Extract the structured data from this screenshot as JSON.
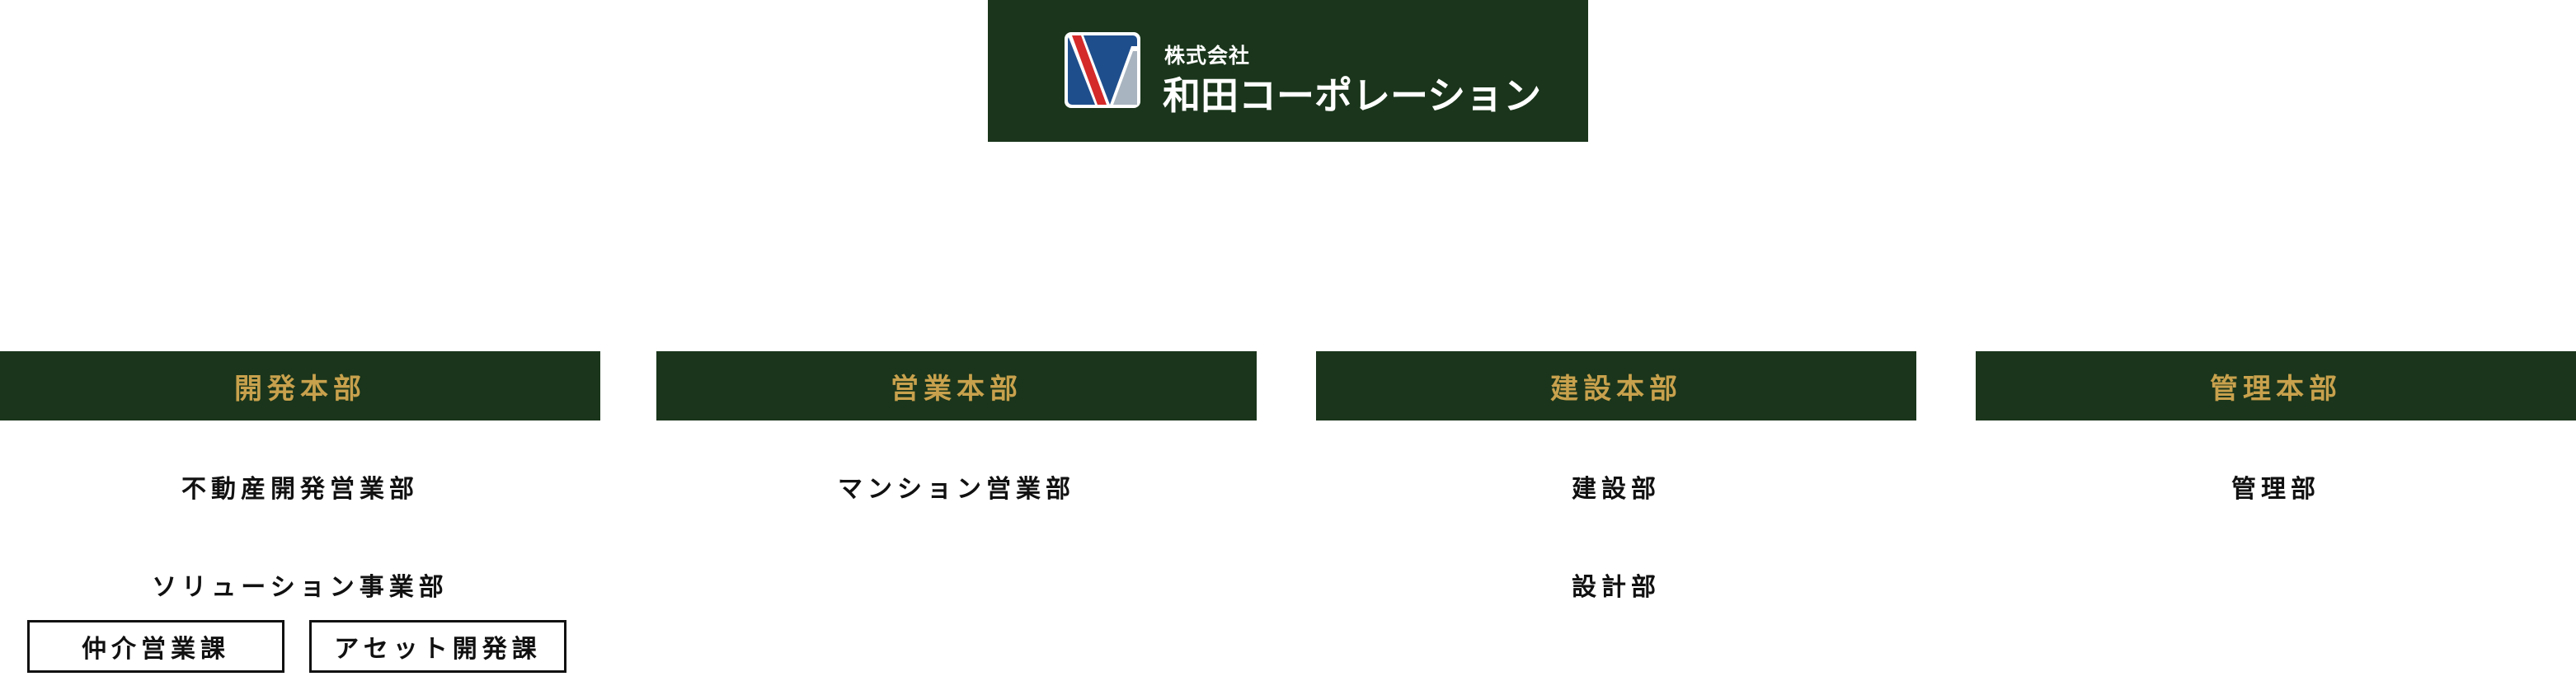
{
  "logo": {
    "small_text": "株式会社",
    "main_text": "和田コーポレーション"
  },
  "headquarters": [
    {
      "name": "開発本部",
      "departments": [
        "不動産開発営業部",
        "ソリューション事業部"
      ],
      "sections": [
        "仲介営業課",
        "アセット開発課"
      ]
    },
    {
      "name": "営業本部",
      "departments": [
        "マンション営業部"
      ]
    },
    {
      "name": "建設本部",
      "departments": [
        "建設部",
        "設計部"
      ]
    },
    {
      "name": "管理本部",
      "departments": [
        "管理部"
      ]
    }
  ],
  "colors": {
    "header_bg": "#1a351b",
    "header_text": "#c8a14d",
    "logo_blue": "#1f4e8c",
    "logo_red": "#d42a2a",
    "logo_gray": "#a8b4bf"
  }
}
